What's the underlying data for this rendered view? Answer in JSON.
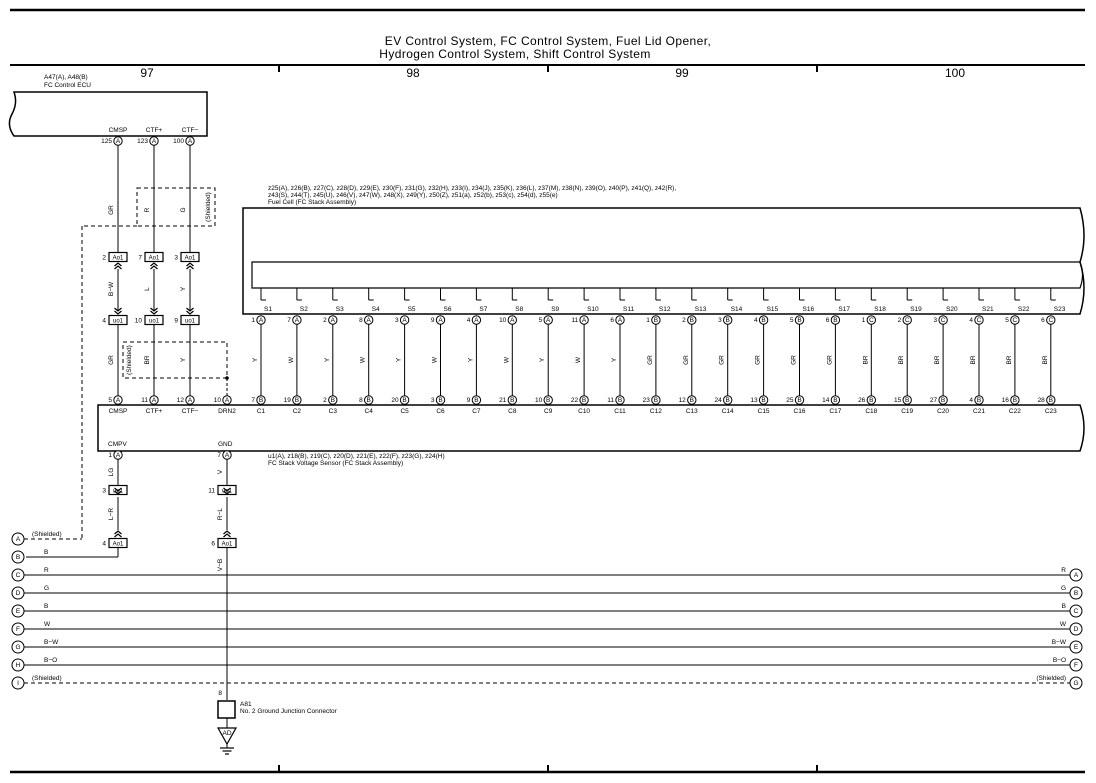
{
  "title": {
    "line1": "EV Control System,  FC Control System,  Fuel Lid Opener,",
    "line2": "Hydrogen Control System,  Shift Control System"
  },
  "columns": [
    "97",
    "98",
    "99",
    "100"
  ],
  "ecu": {
    "ref": "A47(A), A48(B)",
    "name": "FC Control ECU",
    "pins": [
      {
        "label": "CMSP",
        "num": "125",
        "letter": "A"
      },
      {
        "label": "CTF+",
        "num": "123",
        "letter": "A"
      },
      {
        "label": "CTF−",
        "num": "100",
        "letter": "A"
      }
    ]
  },
  "shield_label": "(Shielded)",
  "upper_wires": [
    "GR",
    "R",
    "G"
  ],
  "mid_wires": [
    "B−W",
    "L",
    "Y"
  ],
  "lower_wires": [
    "GR",
    "BR",
    "Y"
  ],
  "connectors_ao1": [
    {
      "num": "2",
      "code": "Ao1"
    },
    {
      "num": "7",
      "code": "Ao1"
    },
    {
      "num": "3",
      "code": "Ao1"
    }
  ],
  "connectors_uo1": [
    {
      "num": "4",
      "code": "uo1"
    },
    {
      "num": "10",
      "code": "uo1"
    },
    {
      "num": "9",
      "code": "uo1"
    }
  ],
  "fuel_cell": {
    "ref1": "z25(A), z26(B), z27(C), z28(D), z29(E), z30(F), z31(G), z32(H), z33(I), z34(J), z35(K), z36(L), z37(M), z38(N), z39(O), z40(P), z41(Q), z42(R),",
    "ref2": "z43(S), z44(T), z45(U), z46(V), z47(W), z48(X), z49(Y), z50(Z), z51(a), z52(b), z53(c), z54(d), z55(e)",
    "name": "Fuel Cell (FC Stack Assembly)"
  },
  "cells": [
    {
      "s": "S1",
      "top": "1",
      "tl": "A",
      "wire": "Y",
      "bot": "7",
      "bl": "B",
      "c": "C1"
    },
    {
      "s": "S2",
      "top": "7",
      "tl": "A",
      "wire": "W",
      "bot": "19",
      "bl": "B",
      "c": "C2"
    },
    {
      "s": "S3",
      "top": "2",
      "tl": "A",
      "wire": "Y",
      "bot": "2",
      "bl": "B",
      "c": "C3"
    },
    {
      "s": "S4",
      "top": "8",
      "tl": "A",
      "wire": "W",
      "bot": "8",
      "bl": "B",
      "c": "C4"
    },
    {
      "s": "S5",
      "top": "3",
      "tl": "A",
      "wire": "Y",
      "bot": "20",
      "bl": "B",
      "c": "C5"
    },
    {
      "s": "S6",
      "top": "9",
      "tl": "A",
      "wire": "W",
      "bot": "3",
      "bl": "B",
      "c": "C6"
    },
    {
      "s": "S7",
      "top": "4",
      "tl": "A",
      "wire": "Y",
      "bot": "9",
      "bl": "B",
      "c": "C7"
    },
    {
      "s": "S8",
      "top": "10",
      "tl": "A",
      "wire": "W",
      "bot": "21",
      "bl": "B",
      "c": "C8"
    },
    {
      "s": "S9",
      "top": "5",
      "tl": "A",
      "wire": "Y",
      "bot": "10",
      "bl": "B",
      "c": "C9"
    },
    {
      "s": "S10",
      "top": "11",
      "tl": "A",
      "wire": "W",
      "bot": "22",
      "bl": "B",
      "c": "C10"
    },
    {
      "s": "S11",
      "top": "6",
      "tl": "A",
      "wire": "Y",
      "bot": "11",
      "bl": "B",
      "c": "C11"
    },
    {
      "s": "S12",
      "top": "1",
      "tl": "B",
      "wire": "GR",
      "bot": "23",
      "bl": "B",
      "c": "C12"
    },
    {
      "s": "S13",
      "top": "2",
      "tl": "B",
      "wire": "GR",
      "bot": "12",
      "bl": "B",
      "c": "C13"
    },
    {
      "s": "S14",
      "top": "3",
      "tl": "B",
      "wire": "GR",
      "bot": "24",
      "bl": "B",
      "c": "C14"
    },
    {
      "s": "S15",
      "top": "4",
      "tl": "B",
      "wire": "GR",
      "bot": "13",
      "bl": "B",
      "c": "C15"
    },
    {
      "s": "S16",
      "top": "5",
      "tl": "B",
      "wire": "GR",
      "bot": "25",
      "bl": "B",
      "c": "C16"
    },
    {
      "s": "S17",
      "top": "6",
      "tl": "B",
      "wire": "GR",
      "bot": "14",
      "bl": "B",
      "c": "C17"
    },
    {
      "s": "S18",
      "top": "1",
      "tl": "C",
      "wire": "BR",
      "bot": "26",
      "bl": "B",
      "c": "C18"
    },
    {
      "s": "S19",
      "top": "2",
      "tl": "C",
      "wire": "BR",
      "bot": "15",
      "bl": "B",
      "c": "C19"
    },
    {
      "s": "S20",
      "top": "3",
      "tl": "C",
      "wire": "BR",
      "bot": "27",
      "bl": "B",
      "c": "C20"
    },
    {
      "s": "S21",
      "top": "4",
      "tl": "C",
      "wire": "BR",
      "bot": "4",
      "bl": "B",
      "c": "C21"
    },
    {
      "s": "S22",
      "top": "5",
      "tl": "C",
      "wire": "BR",
      "bot": "16",
      "bl": "B",
      "c": "C22"
    },
    {
      "s": "S23",
      "top": "6",
      "tl": "C",
      "wire": "BR",
      "bot": "28",
      "bl": "B",
      "c": "C23"
    }
  ],
  "sensor_left_pins": [
    {
      "num": "5",
      "letter": "A",
      "label": "CMSP"
    },
    {
      "num": "11",
      "letter": "A",
      "label": "CTF+"
    },
    {
      "num": "12",
      "letter": "A",
      "label": "CTF−"
    },
    {
      "num": "10",
      "letter": "A",
      "label": "DRN2"
    }
  ],
  "sensor": {
    "ref": "u1(A), z18(B), z19(C), z20(D), z21(E), z22(F), z23(G), z24(H)",
    "name": "FC Stack Voltage Sensor (FC Stack Assembly)",
    "cmpv": {
      "label": "CMPV",
      "num": "1",
      "letter": "A"
    },
    "gnd": {
      "label": "GND",
      "num": "7",
      "letter": "A"
    }
  },
  "cmpv_path": {
    "w1": "LG",
    "c1num": "3",
    "c1": "uo1",
    "w2": "L−R",
    "c2num": "4",
    "c2": "Ao1"
  },
  "gnd_path": {
    "w1": "V",
    "c1num": "11",
    "c1": "uo1",
    "w2": "R−L",
    "c2num": "6",
    "c2": "Ao1",
    "w3": "V−B"
  },
  "ground": {
    "num": "8",
    "ref": "A81",
    "name": "No.  2 Ground Junction Connector",
    "point": "AD"
  },
  "buses": [
    {
      "left": "A",
      "wire": "(Shielded)",
      "right_wire": "",
      "right": "",
      "dashed": true,
      "stub": true
    },
    {
      "left": "B",
      "wire": "B",
      "right_wire": "",
      "right": "",
      "dashed": false,
      "stub": true
    },
    {
      "left": "C",
      "wire": "R",
      "right_wire": "R",
      "right": "A",
      "dashed": false,
      "stub": false
    },
    {
      "left": "D",
      "wire": "G",
      "right_wire": "G",
      "right": "B",
      "dashed": false,
      "stub": false
    },
    {
      "left": "E",
      "wire": "B",
      "right_wire": "B",
      "right": "C",
      "dashed": false,
      "stub": false
    },
    {
      "left": "F",
      "wire": "W",
      "right_wire": "W",
      "right": "D",
      "dashed": false,
      "stub": false
    },
    {
      "left": "G",
      "wire": "B−W",
      "right_wire": "B−W",
      "right": "E",
      "dashed": false,
      "stub": false
    },
    {
      "left": "H",
      "wire": "B−O",
      "right_wire": "B−O",
      "right": "F",
      "dashed": false,
      "stub": false
    },
    {
      "left": "I",
      "wire": "(Shielded)",
      "right_wire": "(Shielded)",
      "right": "G",
      "dashed": true,
      "stub": false
    }
  ]
}
